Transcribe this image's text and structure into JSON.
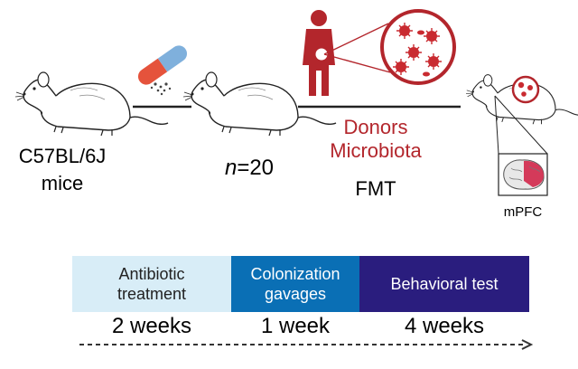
{
  "colors": {
    "red": "#b3262c",
    "antibiotic_band": "#d8edf7",
    "colonization_band": "#0a6fb5",
    "behavioral_band": "#2a1d7e",
    "pill_left": "#e5533c",
    "pill_right": "#7fb0dc",
    "line": "#222222"
  },
  "labels": {
    "strain": "C57BL/6J",
    "mice": "mice",
    "n_var": "n",
    "n_value": "=20",
    "donors": "Donors",
    "microbiota": "Microbiota",
    "fmt": "FMT",
    "mpfc": "mPFC"
  },
  "timeline": {
    "phases": [
      {
        "label_line1": "Antibiotic",
        "label_line2": "treatment",
        "duration": "2 weeks"
      },
      {
        "label_line1": "Colonization",
        "label_line2": "gavages",
        "duration": "1 week"
      },
      {
        "label_line1": "Behavioral test",
        "label_line2": "",
        "duration": "4 weeks"
      }
    ]
  },
  "icons": [
    "mouse-icon",
    "pill-capsule-icon",
    "human-donor-icon",
    "microbiota-bubble-icon",
    "brain-icon",
    "dashed-arrow-icon"
  ]
}
